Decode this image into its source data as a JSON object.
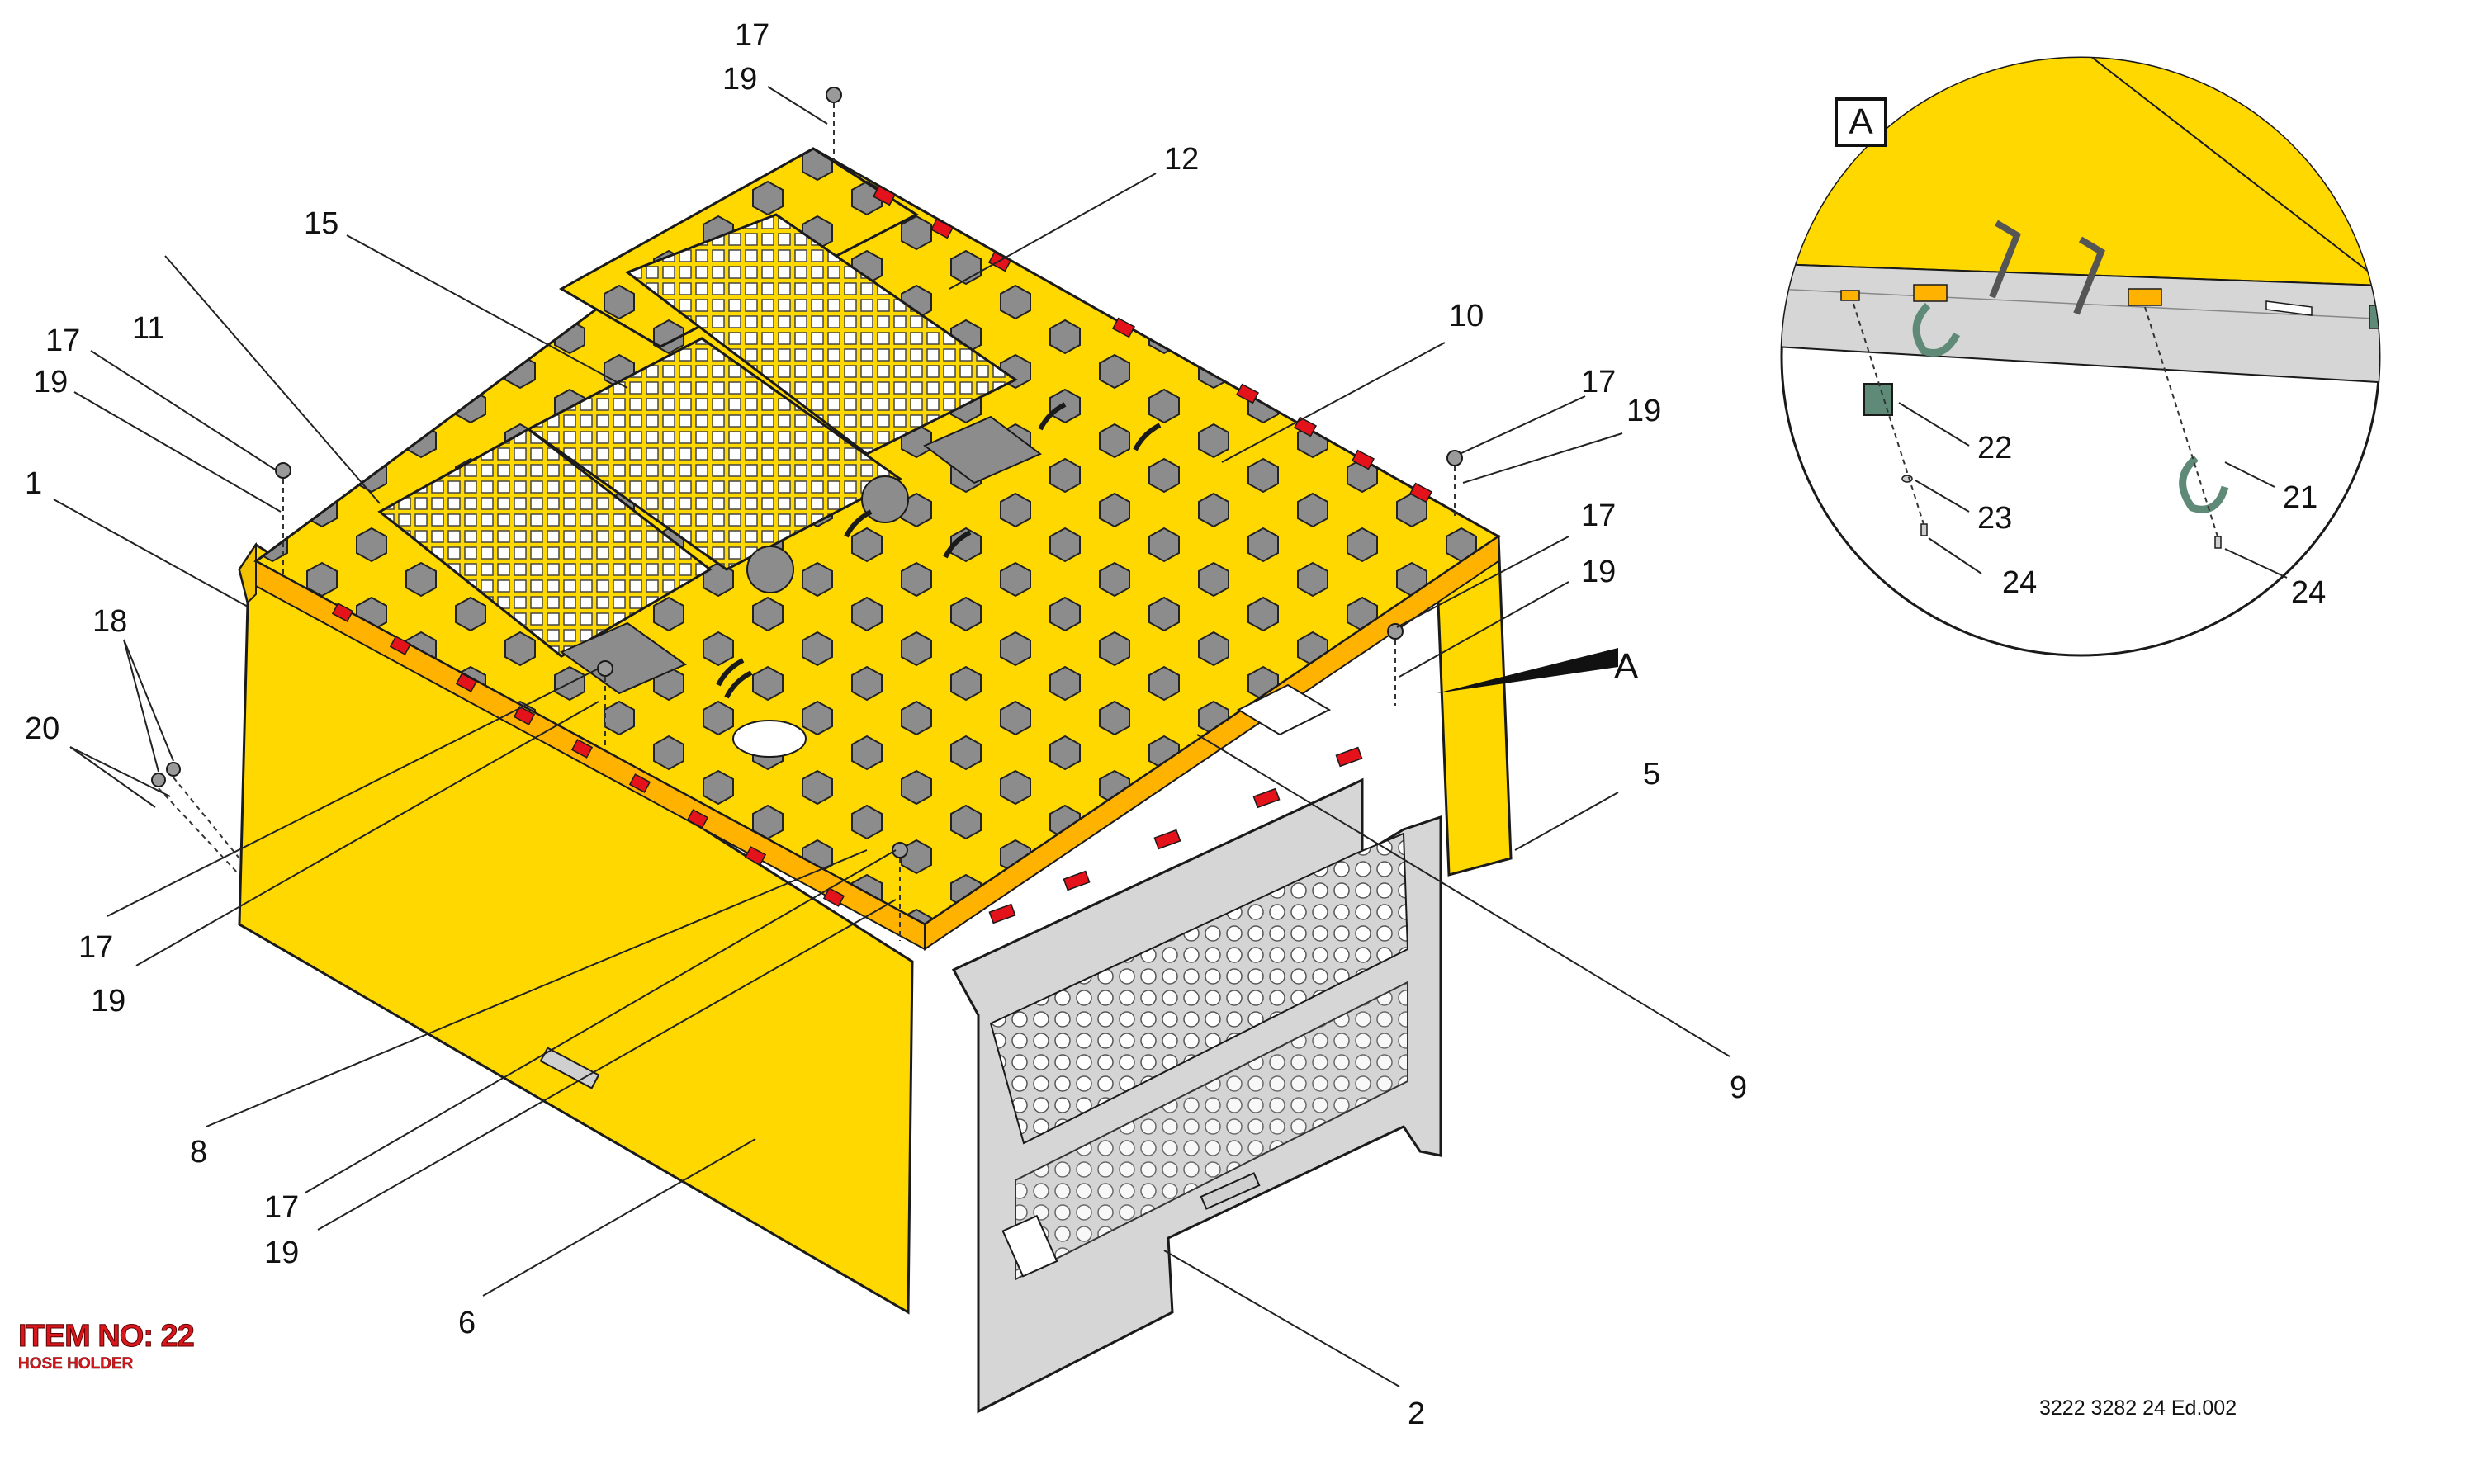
{
  "drawing": {
    "document_number": "3222 3282 24 Ed.002",
    "item_title": "ITEM NO: 22",
    "item_subtitle": "HOSE HOLDER",
    "detail_label": "A",
    "view_marker_label": "A"
  },
  "callouts": [
    {
      "id": "c17a",
      "text": "17"
    },
    {
      "id": "c19a",
      "text": "19"
    },
    {
      "id": "c12",
      "text": "12"
    },
    {
      "id": "c15",
      "text": "15"
    },
    {
      "id": "c17b",
      "text": "17"
    },
    {
      "id": "c11",
      "text": "11"
    },
    {
      "id": "c19b",
      "text": "19"
    },
    {
      "id": "c1",
      "text": "1"
    },
    {
      "id": "c18",
      "text": "18"
    },
    {
      "id": "c20",
      "text": "20"
    },
    {
      "id": "c10",
      "text": "10"
    },
    {
      "id": "c17c",
      "text": "17"
    },
    {
      "id": "c19c",
      "text": "19"
    },
    {
      "id": "c17d",
      "text": "17"
    },
    {
      "id": "c19d",
      "text": "19"
    },
    {
      "id": "c5",
      "text": "5"
    },
    {
      "id": "c17e",
      "text": "17"
    },
    {
      "id": "c19e",
      "text": "19"
    },
    {
      "id": "c8",
      "text": "8"
    },
    {
      "id": "c17f",
      "text": "17"
    },
    {
      "id": "c19f",
      "text": "19"
    },
    {
      "id": "c9",
      "text": "9"
    },
    {
      "id": "c6",
      "text": "6"
    },
    {
      "id": "c2",
      "text": "2"
    },
    {
      "id": "c22",
      "text": "22"
    },
    {
      "id": "c23",
      "text": "23"
    },
    {
      "id": "c24a",
      "text": "24"
    },
    {
      "id": "c21",
      "text": "21"
    },
    {
      "id": "c24b",
      "text": "24"
    }
  ],
  "colors": {
    "panel_yellow": "#ffd800",
    "panel_orange": "#ffb300",
    "panel_shadow": "#f2c200",
    "vent_grey": "#8c8c8c",
    "grille_grey": "#d6d6d6",
    "reflector_red": "#e3121b",
    "outline": "#1a1a1a",
    "clip_teal": "#5f8a78"
  }
}
